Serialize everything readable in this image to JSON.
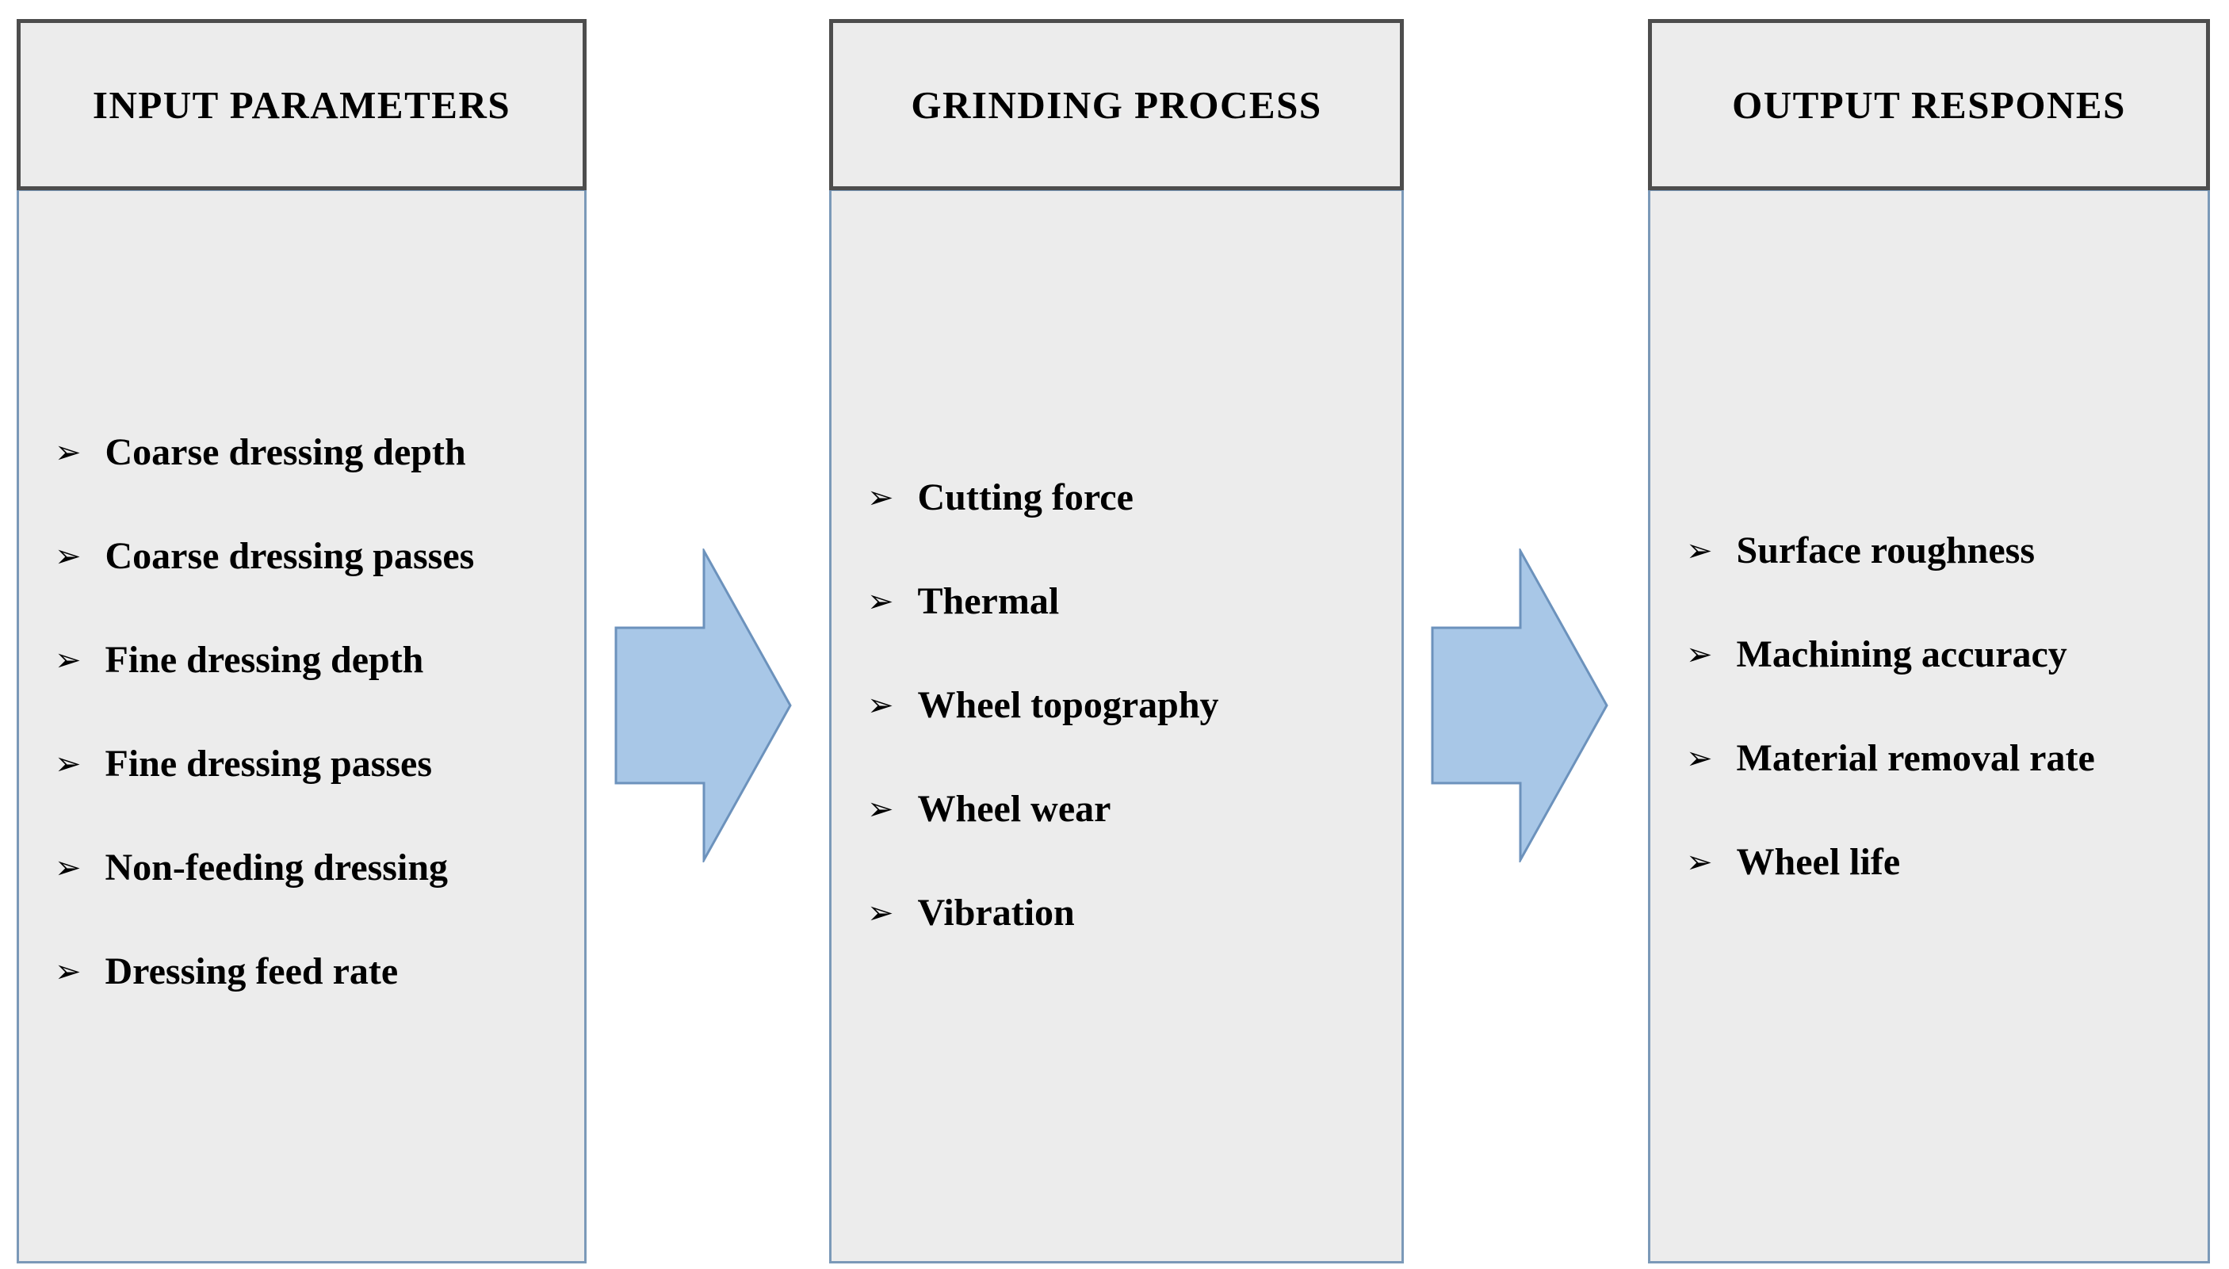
{
  "diagram": {
    "bullet_glyph": "➢",
    "columns": [
      {
        "title": "INPUT PARAMETERS",
        "items": [
          "Coarse dressing depth",
          "Coarse dressing passes",
          "Fine dressing depth",
          "Fine dressing passes",
          "Non-feeding dressing",
          "Dressing feed rate"
        ]
      },
      {
        "title": "GRINDING PROCESS",
        "items": [
          "Cutting force",
          "Thermal",
          "Wheel topography",
          "Wheel wear",
          "Vibration"
        ]
      },
      {
        "title": "OUTPUT RESPONES",
        "items": [
          "Surface roughness",
          "Machining accuracy",
          "Material removal rate",
          "Wheel life"
        ]
      }
    ],
    "colors": {
      "background": "#ffffff",
      "box_fill": "#ececec",
      "header_border": "#4d4d4d",
      "body_border": "#7b99b8",
      "arrow_fill": "#a8c7e7",
      "arrow_border": "#6c92bc",
      "text": "#000000"
    }
  }
}
